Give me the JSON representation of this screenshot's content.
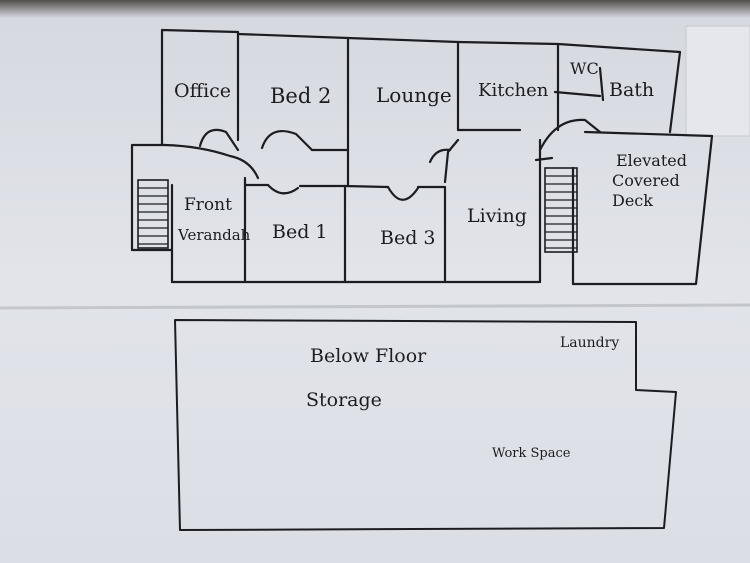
{
  "upper_floor": {
    "rooms": {
      "office": "Office",
      "bed2": "Bed 2",
      "lounge": "Lounge",
      "kitchen": "Kitchen",
      "wc": "WC",
      "bath": "Bath",
      "front_verandah_line1": "Front",
      "front_verandah_line2": "Verandah",
      "bed1": "Bed 1",
      "bed3": "Bed 3",
      "living": "Living",
      "deck_line1": "Elevated",
      "deck_line2": "Covered",
      "deck_line3": "Deck"
    }
  },
  "lower_floor": {
    "rooms": {
      "storage_line1": "Below Floor",
      "storage_line2": "Storage",
      "laundry": "Laundry",
      "work_space": "Work Space"
    }
  },
  "colors": {
    "paper": "#dfe1e8",
    "ink": "#1c1c22",
    "shadow": "#3a3530"
  }
}
